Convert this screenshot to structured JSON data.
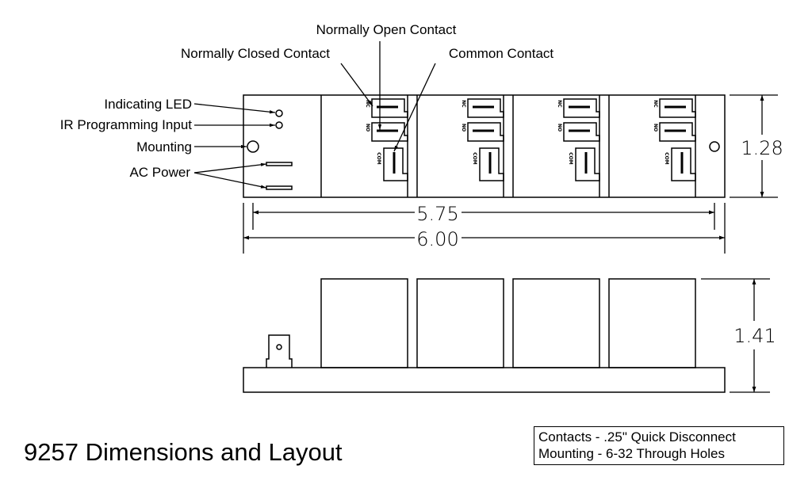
{
  "title": "9257 Dimensions and Layout",
  "callouts": {
    "normally_open": "Normally Open Contact",
    "normally_closed": "Normally Closed Contact",
    "common": "Common Contact",
    "indicating_led": "Indicating LED",
    "ir_input": "IR Programming Input",
    "mounting": "Mounting",
    "ac_power": "AC Power"
  },
  "terminal_labels": {
    "nc": "NC",
    "no": "NO",
    "com": "COM"
  },
  "relay_count": 4,
  "dimensions": {
    "width_inner": "5.75",
    "width_outer": "6.00",
    "height_top_view": "1.28",
    "height_side_view": "1.41"
  },
  "notes": [
    "Contacts - .25\" Quick Disconnect",
    "Mounting - 6-32 Through Holes"
  ],
  "colors": {
    "line": "#000000",
    "background": "#ffffff"
  }
}
